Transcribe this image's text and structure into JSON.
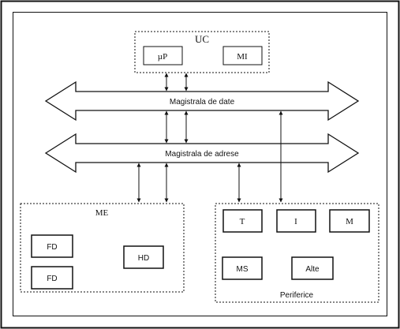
{
  "uc": {
    "title": "UC",
    "microprocessor": "µP",
    "mi": "MI"
  },
  "buses": {
    "data_bus": "Magistrala de date",
    "address_bus": "Magistrala de adrese"
  },
  "me": {
    "title": "ME",
    "fd_top": "FD",
    "fd_bottom": "FD",
    "hd": "HD"
  },
  "peripherals": {
    "title": "Periferice",
    "t": "T",
    "i": "I",
    "m": "M",
    "ms": "MS",
    "alte": "Alte"
  }
}
